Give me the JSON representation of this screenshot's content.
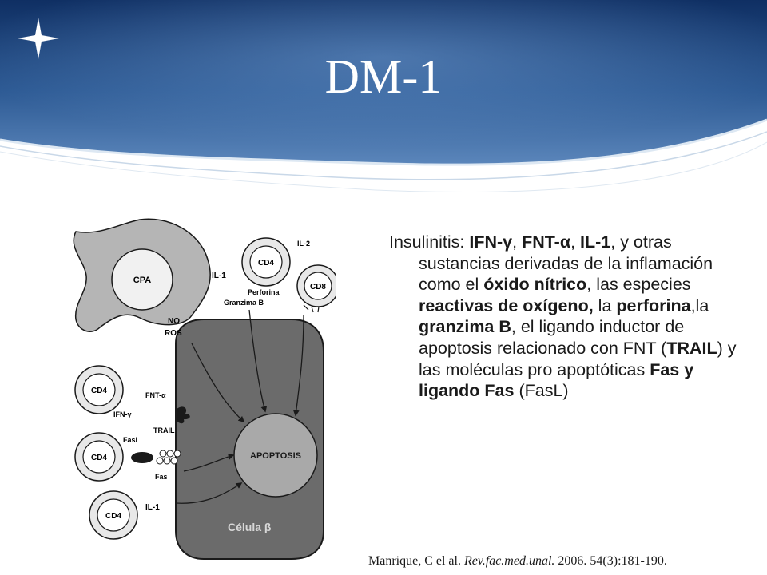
{
  "slide": {
    "title": "DM-1",
    "colors": {
      "header_dark": "#0f2f63",
      "header_mid": "#3c6aa3",
      "header_light": "#cfe0f0",
      "text": "#1a1a1a"
    }
  },
  "diagram": {
    "cpa_label": "CPA",
    "cd4_label": "CD4",
    "cd8_label": "CD8",
    "il1_label": "IL-1",
    "il2_label": "IL-2",
    "perforina_label": "Perforina",
    "granzima_label": "Granzima B",
    "no_label": "NO",
    "ros_label": "ROS",
    "fnt_label": "FNT-α",
    "ifn_label": "IFN-γ",
    "trail_label": "TRAIL",
    "fasl_label": "FasL",
    "fas_label": "Fas",
    "apoptosis_label": "APOPTOSIS",
    "cell_label": "Célula β"
  },
  "text": {
    "t1": "Insulinitis: ",
    "t2": "IFN-γ",
    "t3": ", ",
    "t4": "FNT-α",
    "t5": ", ",
    "t6": "IL-1",
    "t7": ", y otras sustancias derivadas de la inflamación como el ",
    "t8": "óxido nítrico",
    "t9": ", las especies ",
    "t10": "reactivas de oxígeno,",
    "t11": " la ",
    "t12": "perforina",
    "t13": ",la ",
    "t14": "granzima B",
    "t15": ", el ligando inductor de apoptosis relacionado con FNT (",
    "t16": "TRAIL",
    "t17": ") y las moléculas pro apoptóticas ",
    "t18": "Fas y ligando Fas",
    "t19": " (FasL)"
  },
  "citation": {
    "author": "Manrique, C el al. ",
    "journal": "Rev.fac.med.unal.",
    "details": " 2006. 54(3):181-190."
  }
}
